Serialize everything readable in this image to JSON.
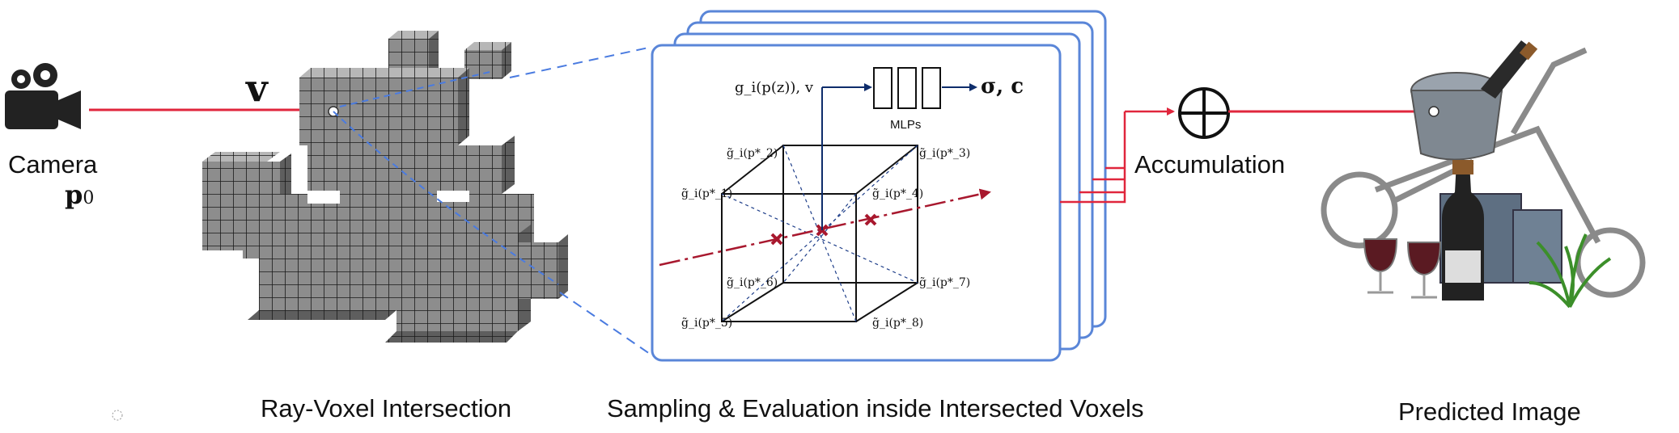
{
  "labels": {
    "camera": "Camera",
    "camera_pos": "p",
    "camera_pos_sub": "0",
    "view_dir": "v",
    "accumulation": "Accumulation",
    "mlps": "MLPs",
    "mlp_input": "g_i(p(z)), v",
    "mlp_output": "σ, c"
  },
  "captions": {
    "ray_voxel": "Ray-Voxel Intersection",
    "sampling": "Sampling & Evaluation inside Intersected Voxels",
    "predicted": "Predicted Image"
  },
  "corner_labels": [
    "g̃_i(p*_1)",
    "g̃_i(p*_2)",
    "g̃_i(p*_3)",
    "g̃_i(p*_4)",
    "g̃_i(p*_5)",
    "g̃_i(p*_6)",
    "g̃_i(p*_7)",
    "g̃_i(p*_8)"
  ],
  "colors": {
    "ray": "#e0263c",
    "sample_ray": "#a8182e",
    "panel_border": "#5a86d8",
    "dashed_ray": "#4a7be0",
    "mlp_arrow": "#0e2d6b",
    "voxel_face": "#8d8d8d",
    "voxel_top": "#b7b7b7",
    "voxel_side": "#5e5e5e"
  }
}
